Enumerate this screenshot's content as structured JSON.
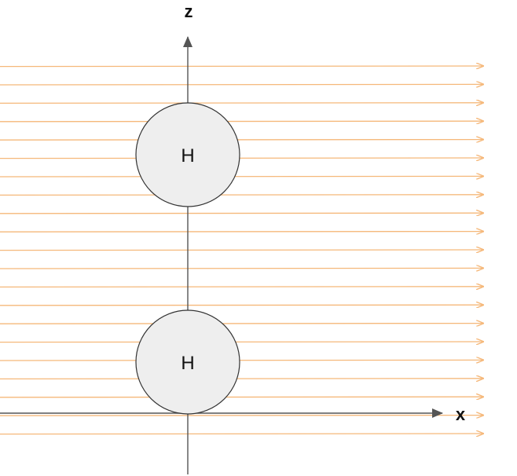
{
  "diagram": {
    "axes": {
      "z_label": "z",
      "x_label": "x",
      "color": "#555555"
    },
    "atoms": [
      {
        "label": "H"
      },
      {
        "label": "H"
      }
    ],
    "atom_style": {
      "fill": "#eeeeee",
      "stroke": "#333333"
    },
    "field_lines": {
      "count": 21,
      "color": "#f5b87a"
    }
  }
}
